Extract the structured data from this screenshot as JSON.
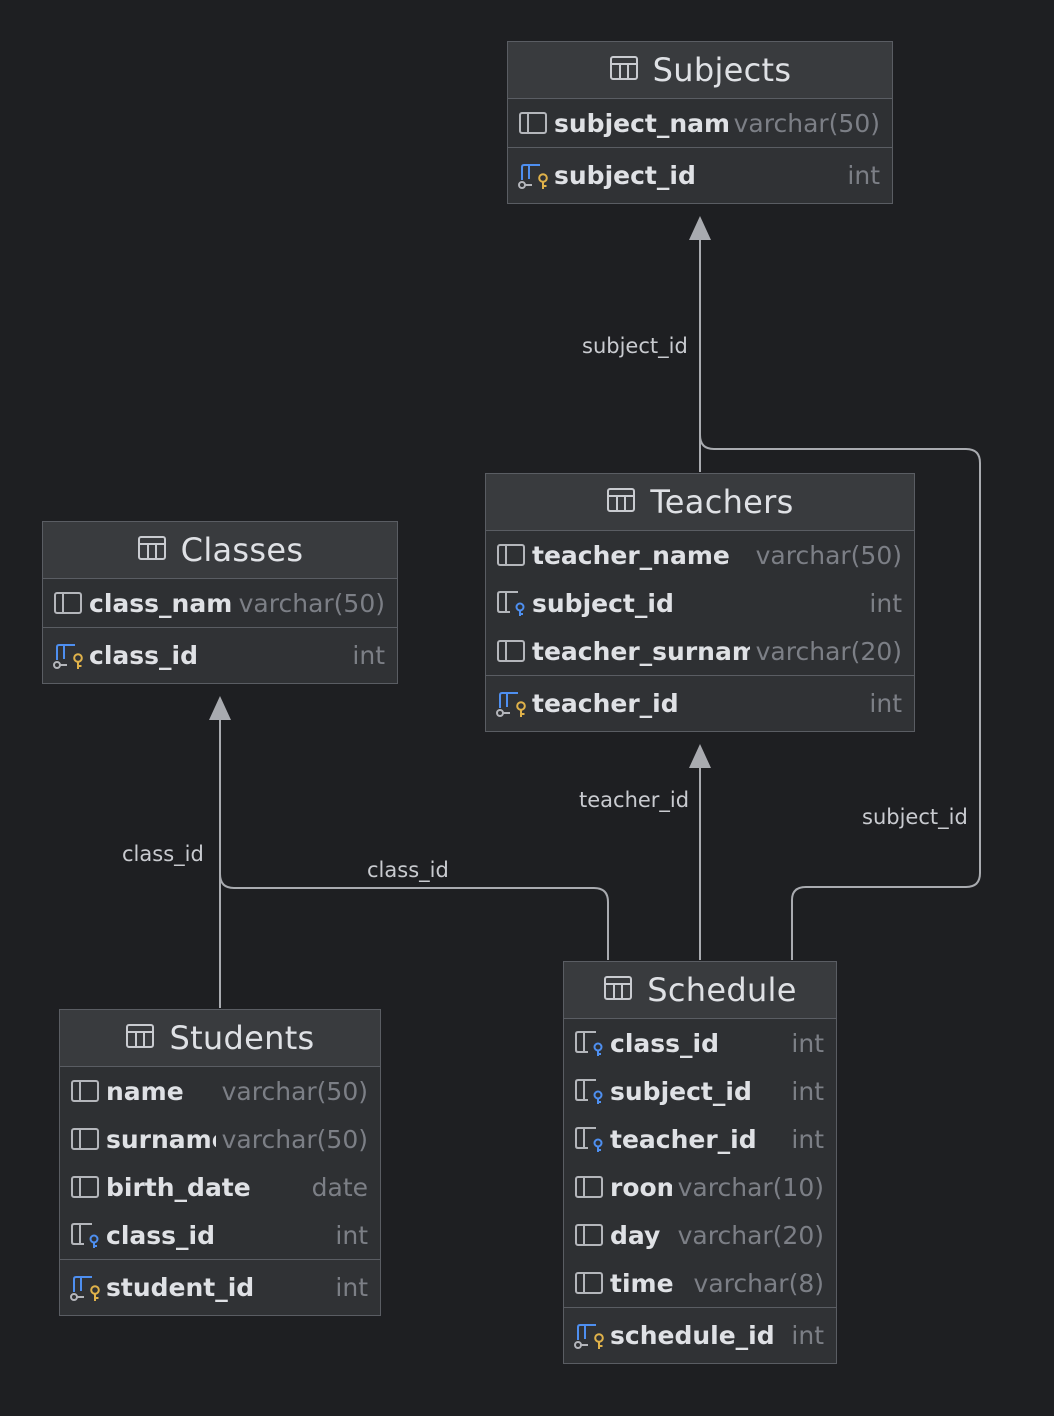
{
  "tables": {
    "subjects": {
      "name": "Subjects",
      "columns": [
        {
          "name": "subject_name",
          "type": "varchar(50)",
          "icon": "column-icon"
        }
      ],
      "pk": {
        "name": "subject_id",
        "type": "int",
        "icon": "primary-key-icon"
      }
    },
    "teachers": {
      "name": "Teachers",
      "columns": [
        {
          "name": "teacher_name",
          "type": "varchar(50)",
          "icon": "column-icon"
        },
        {
          "name": "subject_id",
          "type": "int",
          "icon": "foreign-key-icon"
        },
        {
          "name": "teacher_surname",
          "type": "varchar(20)",
          "icon": "column-icon"
        }
      ],
      "pk": {
        "name": "teacher_id",
        "type": "int",
        "icon": "primary-key-icon"
      }
    },
    "classes": {
      "name": "Classes",
      "columns": [
        {
          "name": "class_name",
          "type": "varchar(50)",
          "icon": "column-icon"
        }
      ],
      "pk": {
        "name": "class_id",
        "type": "int",
        "icon": "primary-key-icon"
      }
    },
    "students": {
      "name": "Students",
      "columns": [
        {
          "name": "name",
          "type": "varchar(50)",
          "icon": "column-icon"
        },
        {
          "name": "surname",
          "type": "varchar(50)",
          "icon": "column-icon"
        },
        {
          "name": "birth_date",
          "type": "date",
          "icon": "column-icon"
        },
        {
          "name": "class_id",
          "type": "int",
          "icon": "foreign-key-icon"
        }
      ],
      "pk": {
        "name": "student_id",
        "type": "int",
        "icon": "primary-key-icon"
      }
    },
    "schedule": {
      "name": "Schedule",
      "columns": [
        {
          "name": "class_id",
          "type": "int",
          "icon": "foreign-key-icon"
        },
        {
          "name": "subject_id",
          "type": "int",
          "icon": "foreign-key-icon"
        },
        {
          "name": "teacher_id",
          "type": "int",
          "icon": "foreign-key-icon"
        },
        {
          "name": "room",
          "type": "varchar(10)",
          "icon": "column-icon"
        },
        {
          "name": "day",
          "type": "varchar(20)",
          "icon": "column-icon"
        },
        {
          "name": "time",
          "type": "varchar(8)",
          "icon": "column-icon"
        }
      ],
      "pk": {
        "name": "schedule_id",
        "type": "int",
        "icon": "primary-key-icon"
      }
    }
  },
  "relations": [
    {
      "from": "teachers",
      "to": "subjects",
      "label": "subject_id"
    },
    {
      "from": "students",
      "to": "classes",
      "label": "class_id"
    },
    {
      "from": "schedule",
      "to": "classes",
      "label": "class_id"
    },
    {
      "from": "schedule",
      "to": "teachers",
      "label": "teacher_id"
    },
    {
      "from": "schedule",
      "to": "subjects",
      "label": "subject_id"
    }
  ],
  "colors": {
    "background": "#1e1f22",
    "table_body": "#2e3033",
    "table_header": "#393b3e",
    "border": "#5a5d63",
    "name_text": "#dfe1e5",
    "type_text": "#7c7f86",
    "edge": "#a9abb0",
    "key_gold": "#e0b24a",
    "key_blue": "#4e8ff0"
  }
}
